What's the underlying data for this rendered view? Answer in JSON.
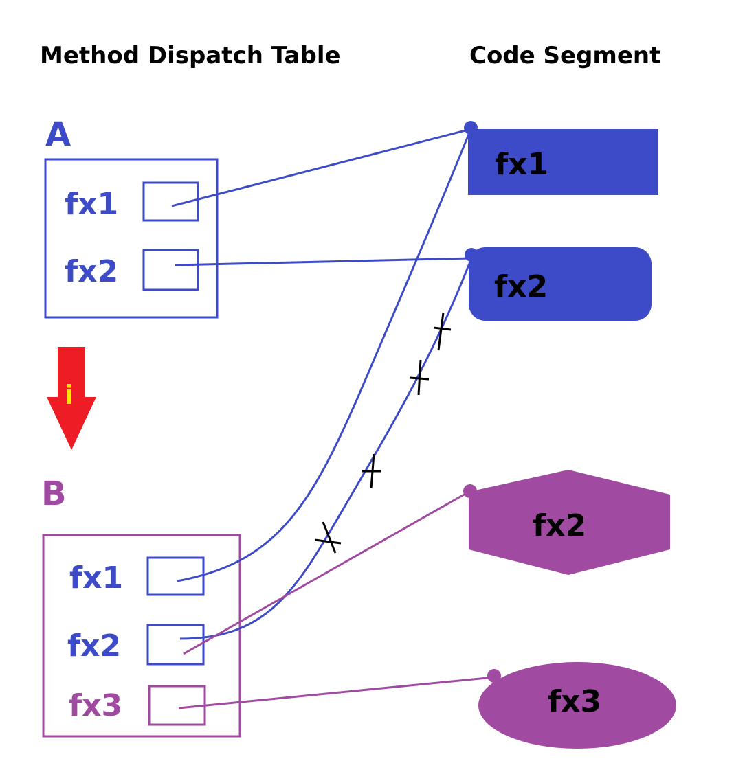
{
  "headings": {
    "left": "Method Dispatch Table",
    "right": "Code Segment"
  },
  "class_a": {
    "label": "A",
    "rows": [
      "fx1",
      "fx2"
    ]
  },
  "class_b": {
    "label": "B",
    "rows": [
      "fx1",
      "fx2",
      "fx3"
    ]
  },
  "inheritance_arrow": {
    "label": "i"
  },
  "code_segment": {
    "blocks": [
      "fx1",
      "fx2",
      "fx2",
      "fx3"
    ]
  },
  "colors": {
    "blue": "#3d4bc8",
    "purple": "#a14aa1",
    "red": "#ee1c24",
    "yellow": "#ffe600",
    "black": "#000000"
  }
}
